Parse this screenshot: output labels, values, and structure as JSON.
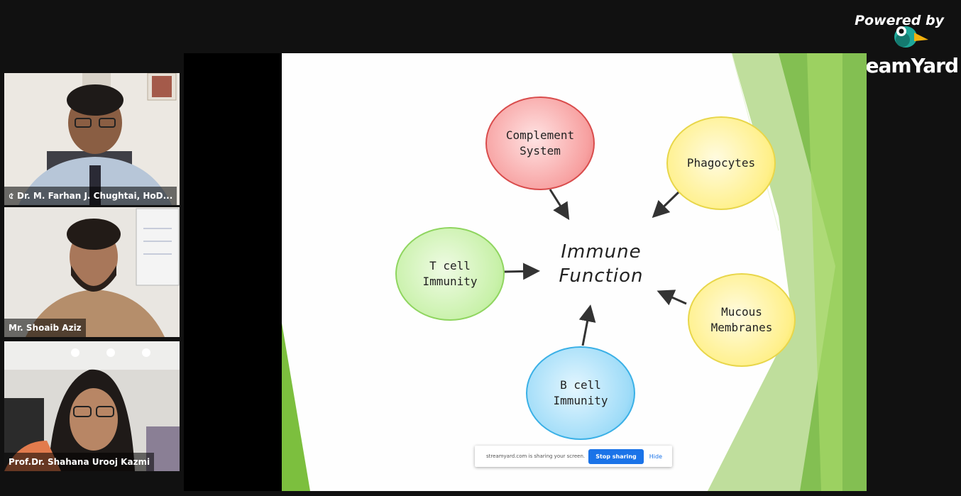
{
  "branding": {
    "powered_by": "Powered by",
    "name": "StreamYard"
  },
  "participants": [
    {
      "name": "Dr. M. Farhan J. Chughtai, HoD...",
      "prefix": "৫"
    },
    {
      "name": "Mr. Shoaib Aziz"
    },
    {
      "name": "Prof.Dr. Shahana Urooj Kazmi"
    }
  ],
  "slide": {
    "center": "Immune\nFunction",
    "nodes": {
      "complement": "Complement\nSystem",
      "phagocytes": "Phagocytes",
      "tcell": "T cell\nImmunity",
      "mucous": "Mucous\nMembranes",
      "bcell": "B cell\nImmunity"
    }
  },
  "share_bar": {
    "text": "streamyard.com is sharing your screen.",
    "stop_label": "Stop sharing",
    "hide_label": "Hide"
  }
}
